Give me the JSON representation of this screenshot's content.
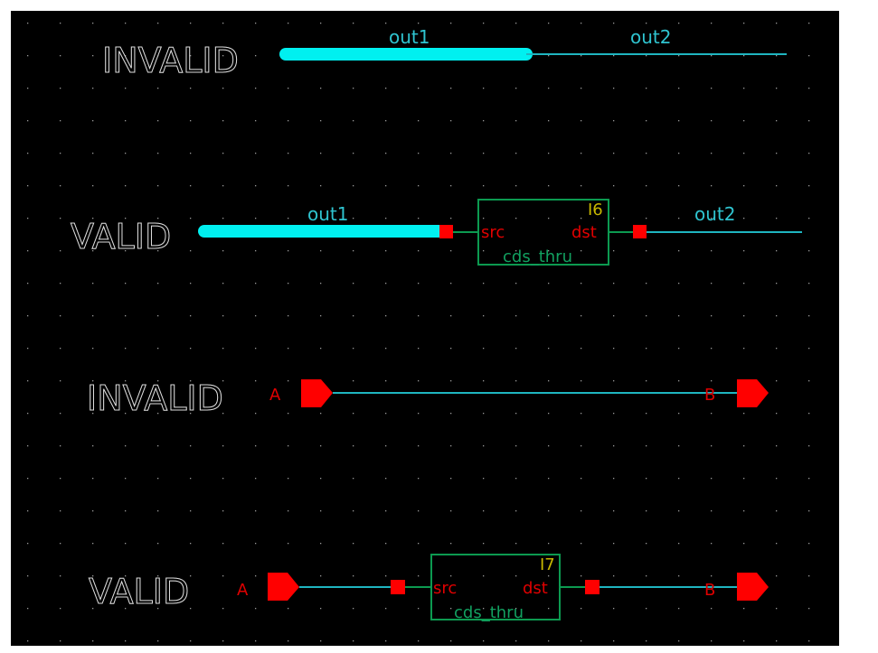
{
  "colors": {
    "background": "#000000",
    "wire": "#1fb5c0",
    "bus": "#00f0f0",
    "pin": "#ff0000",
    "instance_box": "#0c9a50",
    "instance_name": "#c8b800",
    "label": "#e0e0e0"
  },
  "rows": [
    {
      "status": "INVALID",
      "net_left": "out1",
      "net_right": "out2"
    },
    {
      "status": "VALID",
      "net_left": "out1",
      "net_right": "out2",
      "instance": {
        "name": "I6",
        "cell": "cds_thru",
        "pin_in": "src",
        "pin_out": "dst"
      }
    },
    {
      "status": "INVALID",
      "pin_left": "A",
      "pin_right": "B"
    },
    {
      "status": "VALID",
      "pin_left": "A",
      "pin_right": "B",
      "instance": {
        "name": "I7",
        "cell": "cds_thru",
        "pin_in": "src",
        "pin_out": "dst"
      }
    }
  ]
}
